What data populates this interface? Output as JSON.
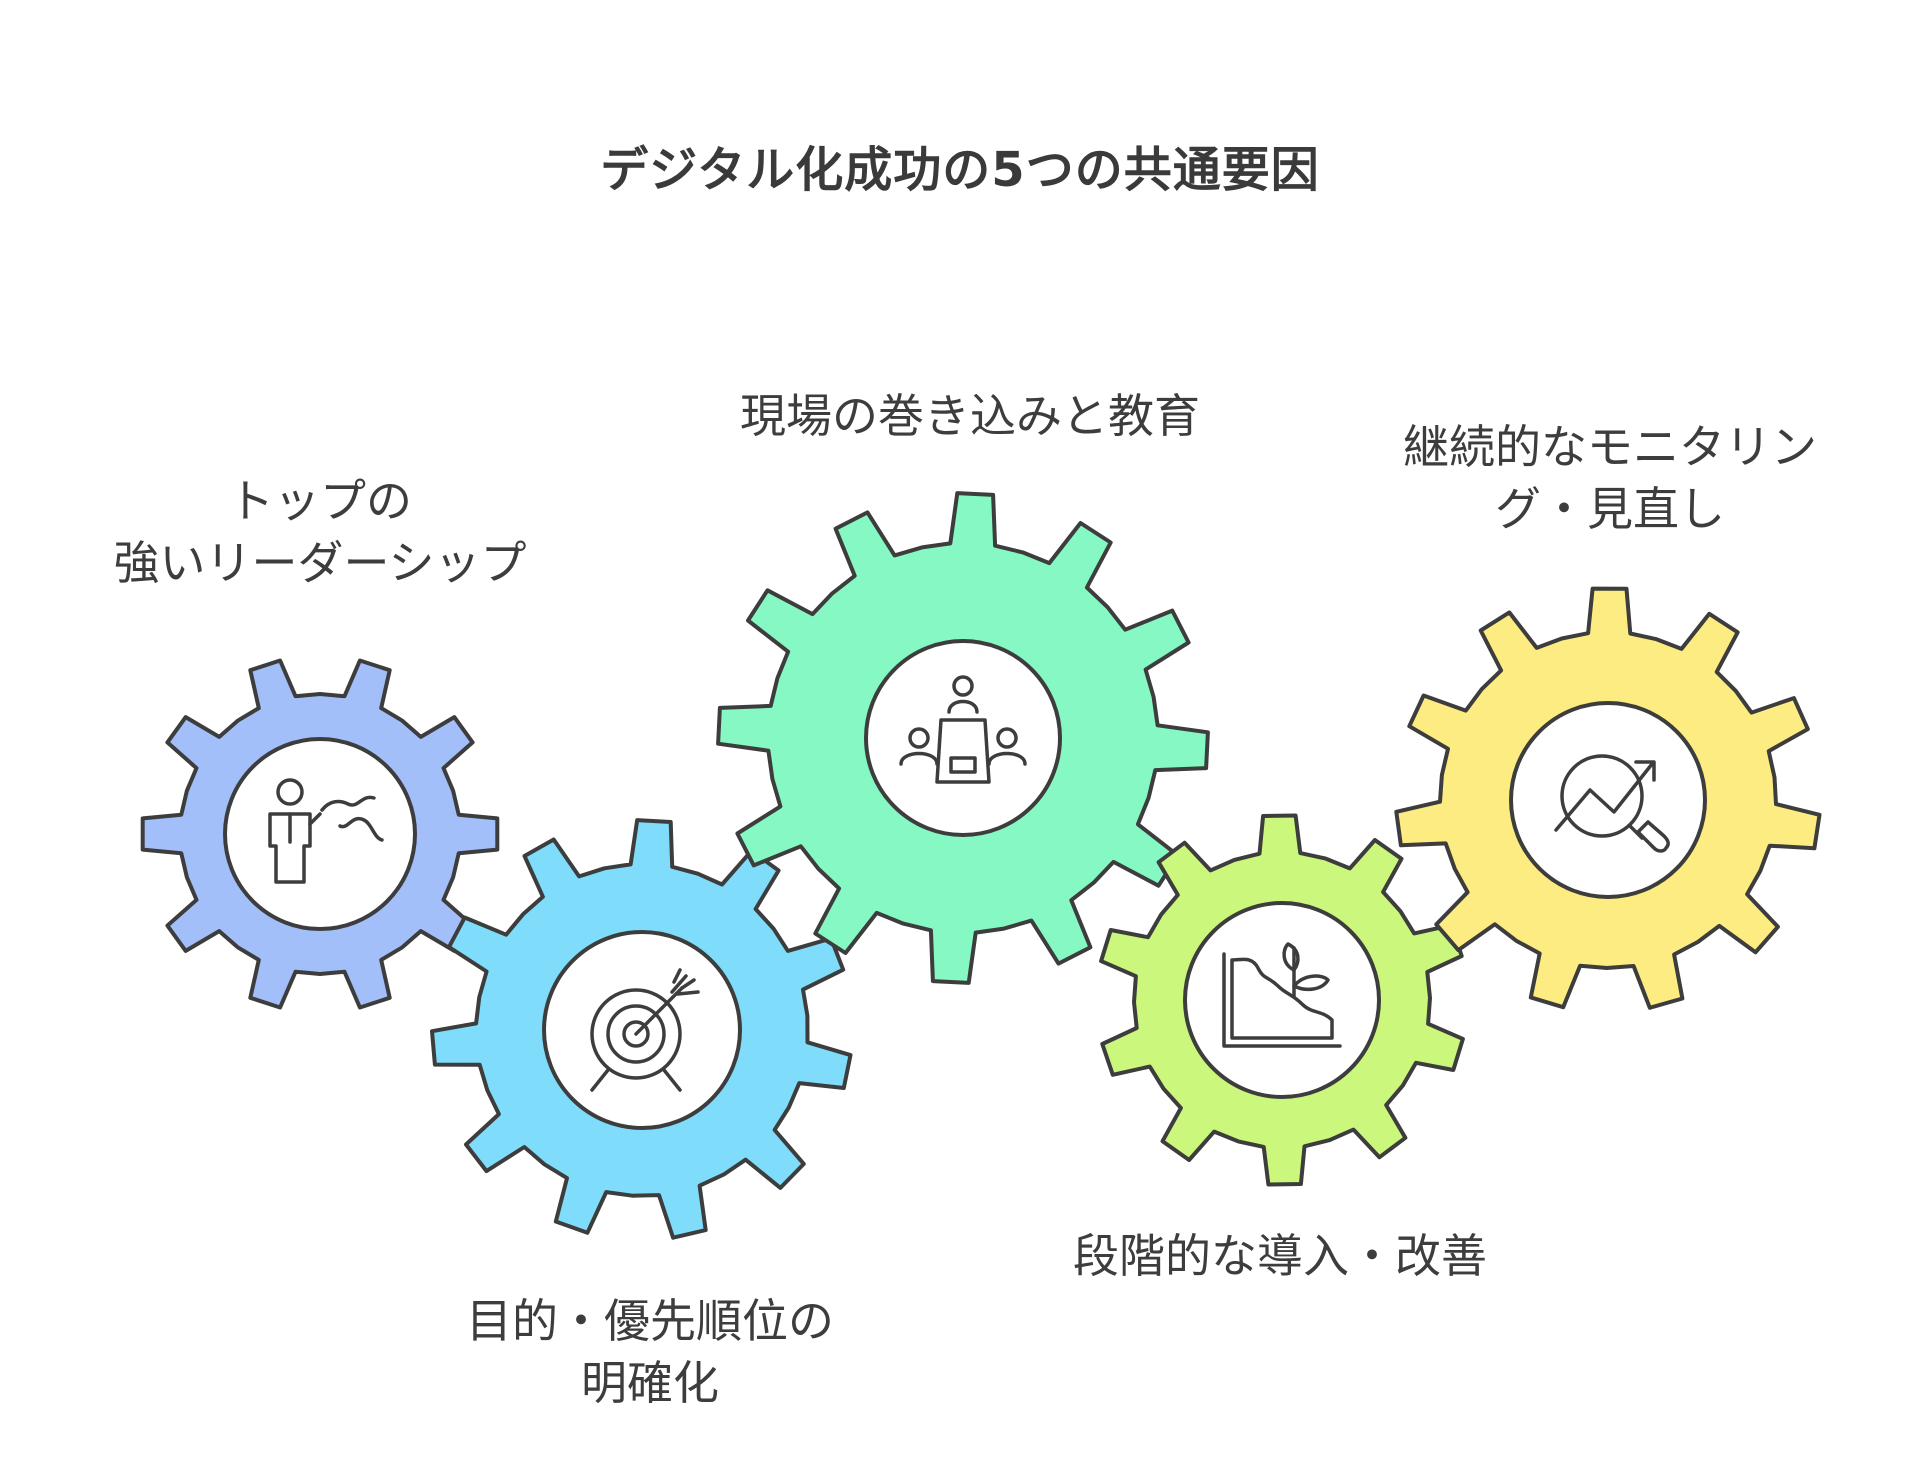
{
  "title": "デジタル化成功の5つの共通要因",
  "factors": [
    {
      "lines": [
        "トップの",
        "強いリーダーシップ"
      ],
      "icon": "leader-presentation-icon",
      "color": "#a3bffa"
    },
    {
      "lines": [
        "目的・優先順位の",
        "明確化"
      ],
      "icon": "target-arrow-icon",
      "color": "#7fdcfa"
    },
    {
      "lines": [
        "現場の巻き込みと教育"
      ],
      "icon": "meeting-table-icon",
      "color": "#85f8c3"
    },
    {
      "lines": [
        "段階的な導入・改善"
      ],
      "icon": "growing-plant-icon",
      "color": "#cbf77c"
    },
    {
      "lines": [
        "継続的なモニタリン",
        "グ・見直し"
      ],
      "icon": "analytics-magnifier-icon",
      "color": "#fdec82"
    }
  ],
  "stroke_color": "#3d3d3d"
}
